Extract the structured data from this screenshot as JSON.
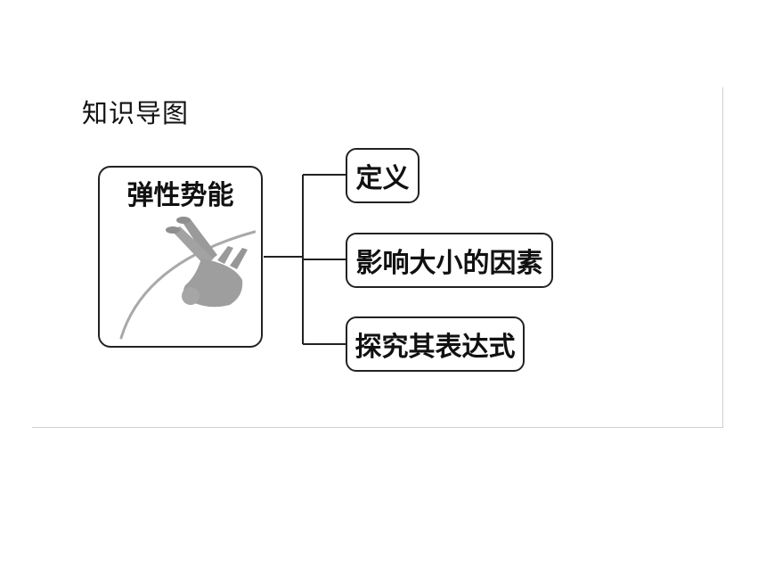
{
  "heading": "知识导图",
  "root": {
    "label": "弹性势能",
    "image_icon": "pole-vaulter-icon"
  },
  "branches": [
    {
      "label": "定义"
    },
    {
      "label": "影响大小的因素"
    },
    {
      "label": "探究其表达式"
    }
  ],
  "colors": {
    "line": "#222222",
    "figure": "#9a9a9a"
  }
}
